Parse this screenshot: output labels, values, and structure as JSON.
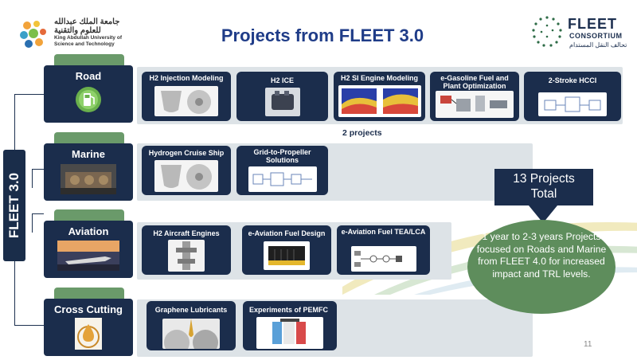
{
  "header": {
    "title": "Projects from FLEET 3.0",
    "kaust_ar": "جامعة الملك عبدالله للعلوم والتقنية",
    "kaust_en_1": "King Abdullah University of",
    "kaust_en_2": "Science and Technology",
    "fleet_name": "FLEET",
    "fleet_sub": "CONSORTIUM",
    "fleet_ar": "تحالف النقل المستدام"
  },
  "sidebar": {
    "label": "FLEET 3.0"
  },
  "categories": [
    {
      "label": "Road"
    },
    {
      "label": "Marine"
    },
    {
      "label": "Aviation"
    },
    {
      "label": "Cross Cutting"
    }
  ],
  "projects": {
    "road": [
      "H2 Injection Modeling",
      "H2 ICE",
      "H2 SI Engine Modeling",
      "e-Gasoline Fuel and Plant Optimization",
      "2-Stroke HCCI"
    ],
    "marine": [
      "Hydrogen Cruise Ship",
      "Grid-to-Propeller Solutions"
    ],
    "aviation": [
      "H2 Aircraft Engines",
      "e-Aviation Fuel Design",
      "e-Aviation Fuel TEA/LCA"
    ],
    "cross": [
      "Graphene Lubricants",
      "Experiments of PEMFC"
    ]
  },
  "road_note": "2 projects",
  "callout": {
    "line1": "13 Projects",
    "line2": "Total"
  },
  "summary": "1 year to 2-3 years Projects focused on Roads and Marine from FLEET 4.0 for increased impact and TRL levels.",
  "page_number": "11",
  "colors": {
    "navy": "#1b2d4c",
    "green": "#5e8d5c",
    "title": "#1f3c88",
    "row_bg": "#dde3e7"
  }
}
